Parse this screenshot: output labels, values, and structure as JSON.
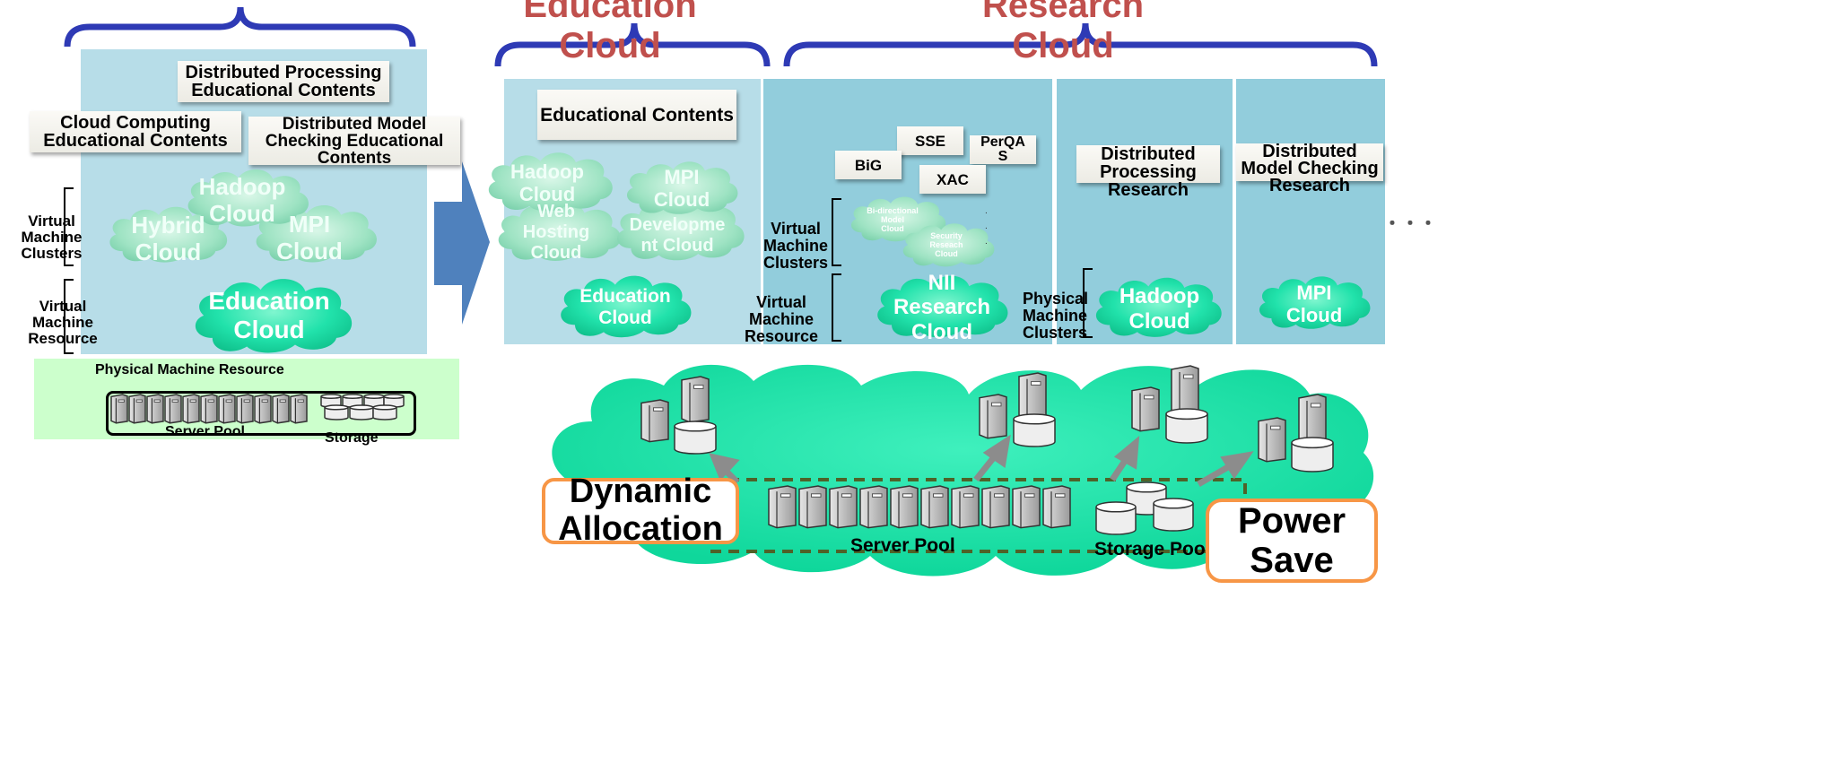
{
  "titles": {
    "education": "Education Cloud",
    "research": "Research Cloud"
  },
  "left": {
    "contents": {
      "distributed_processing": "Distributed Processing\nEducational Contents",
      "cloud_computing": "Cloud Computing\nEducational Contents",
      "distributed_model_checking": "Distributed Model\nChecking Educational\nContents"
    },
    "clouds": {
      "hadoop": "Hadoop\nCloud",
      "hybrid": "Hybrid\nCloud",
      "mpi": "MPI\nCloud",
      "education": "Education\nCloud"
    },
    "labels": {
      "vm_clusters": "Virtual Machine\nClusters",
      "vm_resource": "Virtual Machine\nResource",
      "physical_resource": "Physical Machine Resource",
      "server_pool": "Server Pool",
      "storage": "Storage"
    }
  },
  "education": {
    "contents": "Educational Contents",
    "clouds": {
      "hadoop": "Hadoop\nCloud",
      "mpi": "MPI\nCloud",
      "web": "Web\nHosting\nCloud",
      "development": "Developme\nnt Cloud",
      "education": "Education\nCloud"
    }
  },
  "research": {
    "tags": {
      "sse": "SSE",
      "big": "BiG",
      "perqas": "PerQA\nS",
      "xac": "XAC"
    },
    "clouds": {
      "bidirectional": "Bi-directional\nModel\nCloud",
      "security": "Security\nReseach\nCloud",
      "nii": "NII\nResearch Cloud",
      "hadoop": "Hadoop\nCloud",
      "mpi": "MPI\nCloud"
    },
    "labels": {
      "vm_clusters": "Virtual Machine\nClusters",
      "vm_resource": "Virtual Machine\nResource",
      "physical_clusters": "Physical\nMachine\nClusters",
      "distributed_processing": "Distributed\nProcessing\nResearch",
      "distributed_model_checking": "Distributed\nModel Checking\nResearch",
      "ellipsis": "・・・"
    }
  },
  "bottom": {
    "dynamic_allocation": "Dynamic\nAllocation",
    "power_save": "Power\nSave",
    "server_pool": "Server Pool",
    "storage_pool": "Storage Pool"
  },
  "colors": {
    "bracket": "#2e3ab5",
    "title_red": "#c0504d",
    "panel_light": "#b7dde8",
    "panel_blue": "#92cddc",
    "cloud_green": "#1ee0a8",
    "cloud_pale": "#9fe3c4",
    "physical_bg": "#ccffcc",
    "arrow_blue": "#4f81bd",
    "callout_orange": "#f79646",
    "dash_green": "#4f6228"
  }
}
